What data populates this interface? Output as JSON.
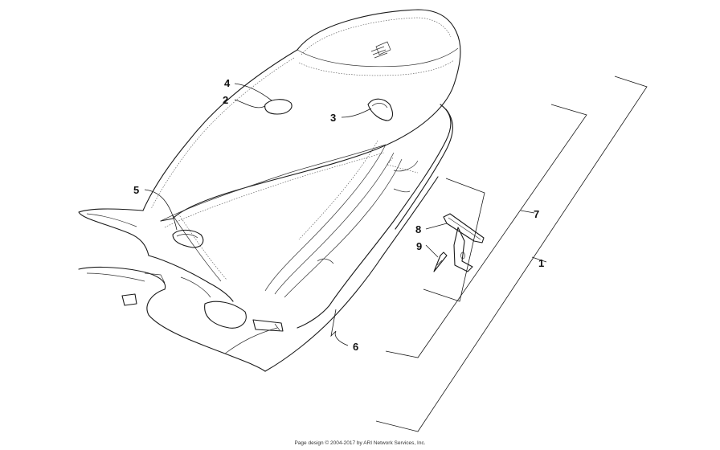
{
  "callouts": [
    "1",
    "2",
    "3",
    "4",
    "5",
    "6",
    "7",
    "8",
    "9"
  ],
  "footer": "Page design © 2004-2017 by ARI Network Services, Inc."
}
